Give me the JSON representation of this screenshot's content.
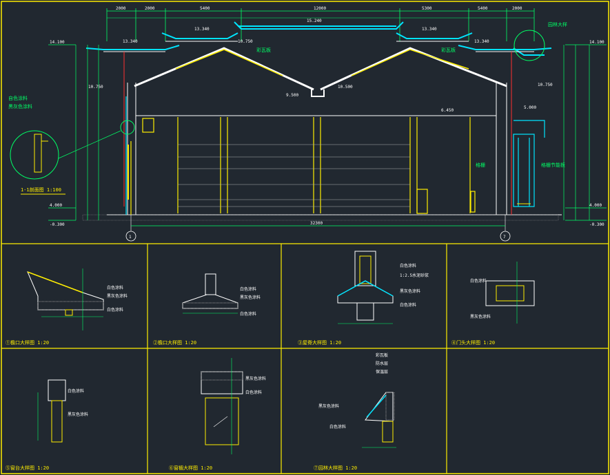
{
  "title_main": "1-1剖面图  1:100",
  "axis_left": "1",
  "axis_right": "7",
  "dims_top": [
    "2000",
    "2000",
    "5400",
    "12000",
    "5300",
    "5400",
    "2000"
  ],
  "overall_dim": "32300",
  "elevations_left": [
    "14.100",
    "10.750",
    "4.000",
    "-0.300"
  ],
  "elevations_right": [
    "14.100",
    "10.750",
    "4.000",
    "-0.300"
  ],
  "elevations_top": [
    "13.340",
    "13.340",
    "15.240",
    "13.340",
    "13.340"
  ],
  "elev_mid": [
    "10.750",
    "10.500",
    "9.500",
    "6.450",
    "5.000"
  ],
  "notes": {
    "left_callout_1": "自色涂料",
    "left_callout_2": "黑灰色涂料",
    "roof_a": "彩瓦板",
    "roof_b": "彩瓦板",
    "top_right": "园林大样",
    "right_1": "格栅",
    "right_2": "格栅节能板"
  },
  "details": [
    {
      "title": "①檐口大样图  1:20",
      "n1": "白色涂料",
      "n2": "黑灰色涂料",
      "n3": "白色涂料"
    },
    {
      "title": "②檐口大样图  1:20",
      "n1": "白色涂料",
      "n2": "黑灰色涂料",
      "n3": "白色涂料"
    },
    {
      "title": "③屋脊大样图  1:20",
      "n1": "白色涂料",
      "n2": "1:2.5水泥砂浆",
      "n3": "黑灰色涂料",
      "n4": "白色涂料"
    },
    {
      "title": "④门头大样图  1:20",
      "n1": "白色涂料",
      "n2": "黑灰色涂料"
    },
    {
      "title": "⑤窗台大样图  1:20",
      "n1": "白色涂料",
      "n2": "黑灰色涂料"
    },
    {
      "title": "⑥窗楣大样图  1:20",
      "n1": "黑灰色涂料",
      "n2": "白色涂料"
    },
    {
      "title": "⑦园林大样图  1:20",
      "n1": "彩瓦板",
      "n2": "防水层",
      "n3": "保温层",
      "n4": "黑灰色涂料",
      "n5": "白色涂料"
    }
  ],
  "colors": {
    "bg": "#212830",
    "frame": "#ffee00",
    "dim": "#00ff66",
    "struct": "#ffffff",
    "accent": "#00e5ff",
    "red": "#ff3030",
    "magenta": "#ff40ff"
  }
}
